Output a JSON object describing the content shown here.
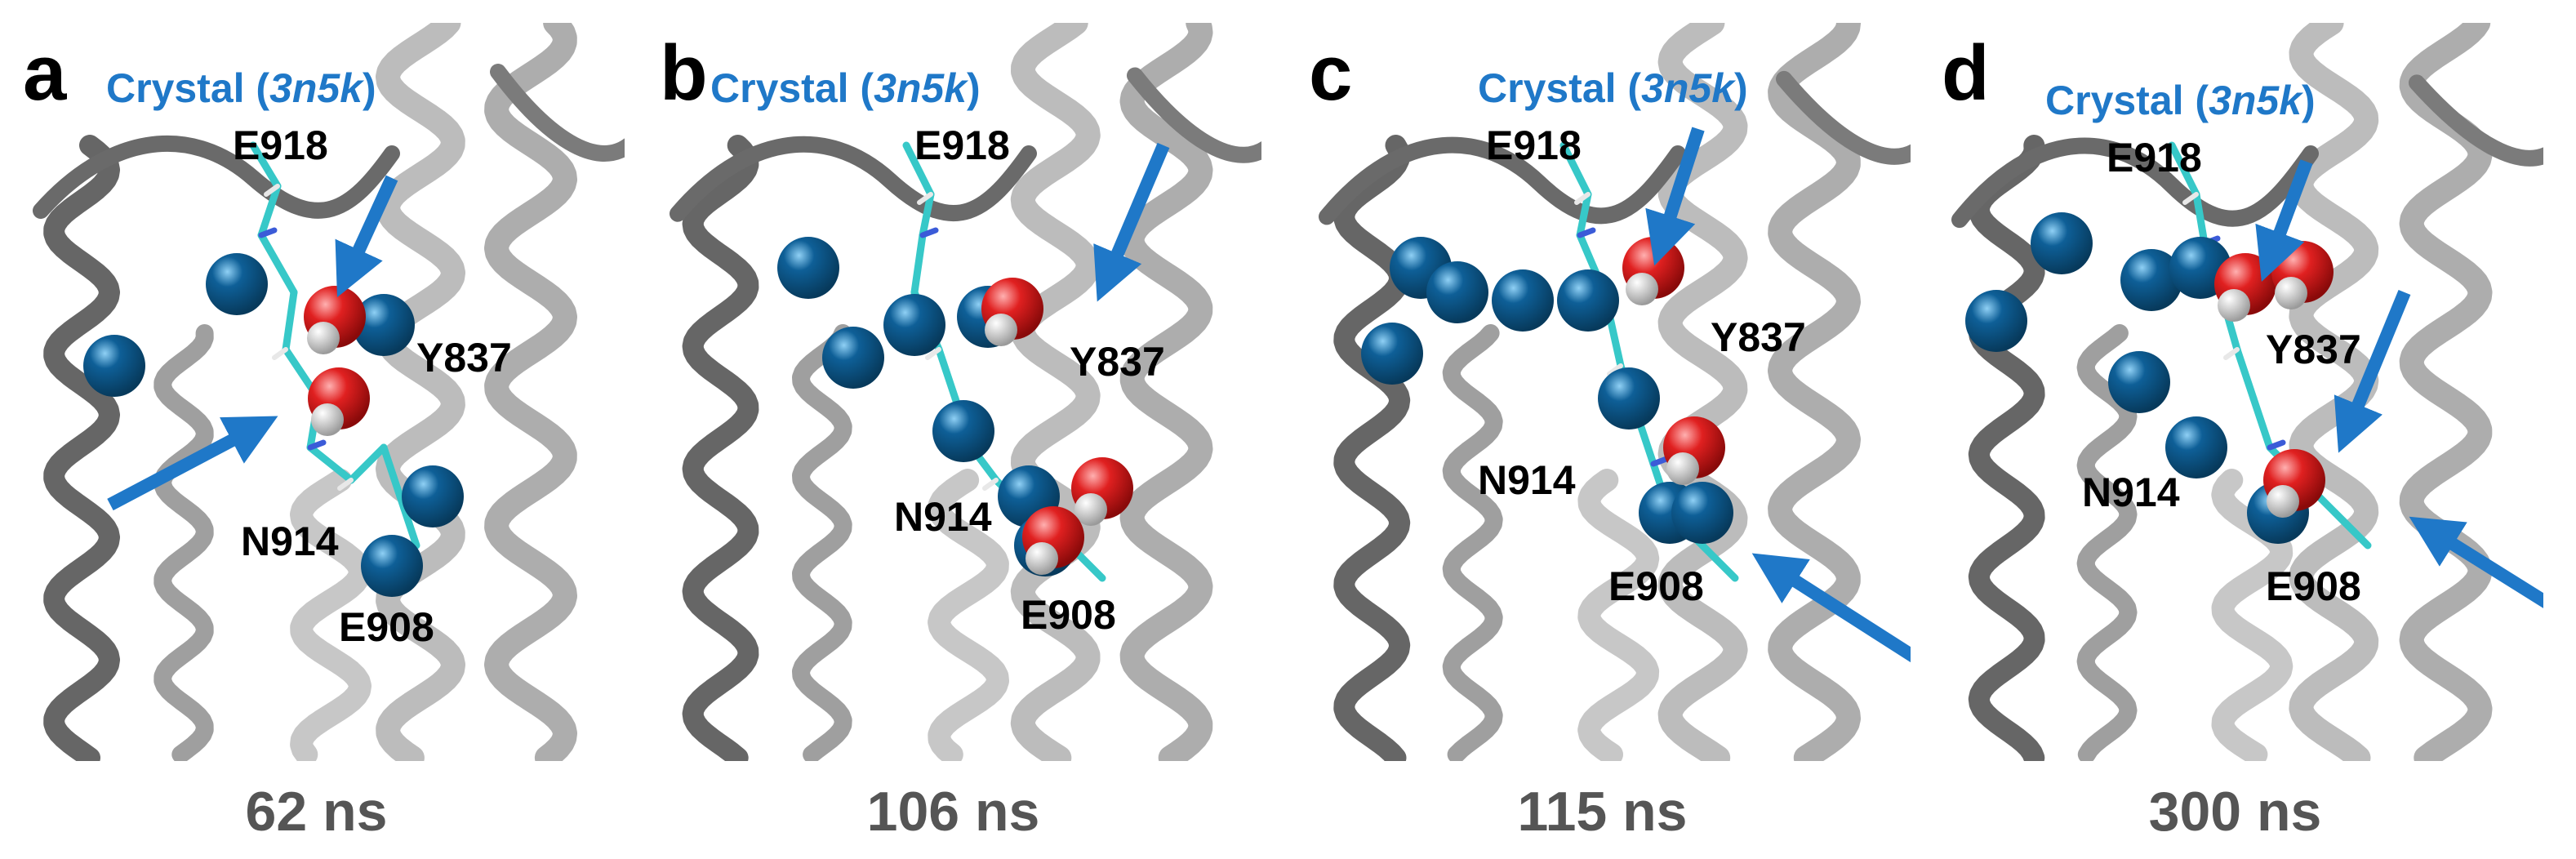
{
  "colors": {
    "arrow": "#1f78c8",
    "ion": "#0e5f97",
    "oxygen": "#e02020",
    "carbon": "#37c8c8",
    "ribbon": "#7a7a7a",
    "label_crystal": "#1f78c8",
    "label_time": "#555555"
  },
  "panels": [
    {
      "letter": "a",
      "crystal_prefix": "Crystal (",
      "crystal_pdb": "3n5k",
      "crystal_suffix": ")",
      "residues": [
        "E918",
        "Y837",
        "N914",
        "E908"
      ],
      "time": "62 ns"
    },
    {
      "letter": "b",
      "crystal_prefix": "Crystal (",
      "crystal_pdb": "3n5k",
      "crystal_suffix": ")",
      "residues": [
        "E918",
        "Y837",
        "N914",
        "E908"
      ],
      "time": "106 ns"
    },
    {
      "letter": "c",
      "crystal_prefix": "Crystal (",
      "crystal_pdb": "3n5k",
      "crystal_suffix": ")",
      "residues": [
        "E918",
        "Y837",
        "N914",
        "E908"
      ],
      "time": "115 ns"
    },
    {
      "letter": "d",
      "crystal_prefix": "Crystal (",
      "crystal_pdb": "3n5k",
      "crystal_suffix": ")",
      "residues": [
        "E918",
        "Y837",
        "N914",
        "E908"
      ],
      "time": "300 ns"
    }
  ]
}
